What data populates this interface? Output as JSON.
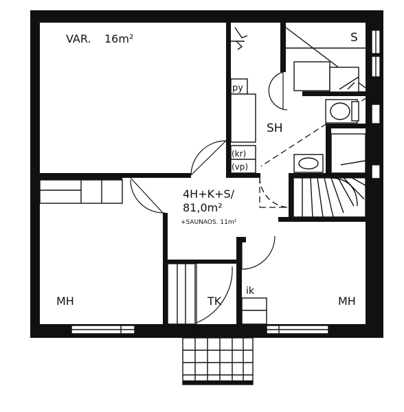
{
  "rooms": {
    "var": {
      "name": "VAR.",
      "area": "16m²"
    },
    "sauna": {
      "name": "S"
    },
    "sh": {
      "name": "SH"
    },
    "mh_left": {
      "name": "MH"
    },
    "mh_right": {
      "name": "MH"
    },
    "tk": {
      "name": "TK"
    },
    "ik": {
      "name": "ik"
    }
  },
  "fixtures": {
    "py": "py",
    "kr": "(kr)",
    "vp": "(vp)"
  },
  "summary": {
    "type": "4H+K+S/",
    "area": "81,0m²",
    "sauna_note": "+SAUNAOS. 11m²"
  },
  "colors": {
    "ink": "#111111",
    "paper": "#ffffff"
  }
}
